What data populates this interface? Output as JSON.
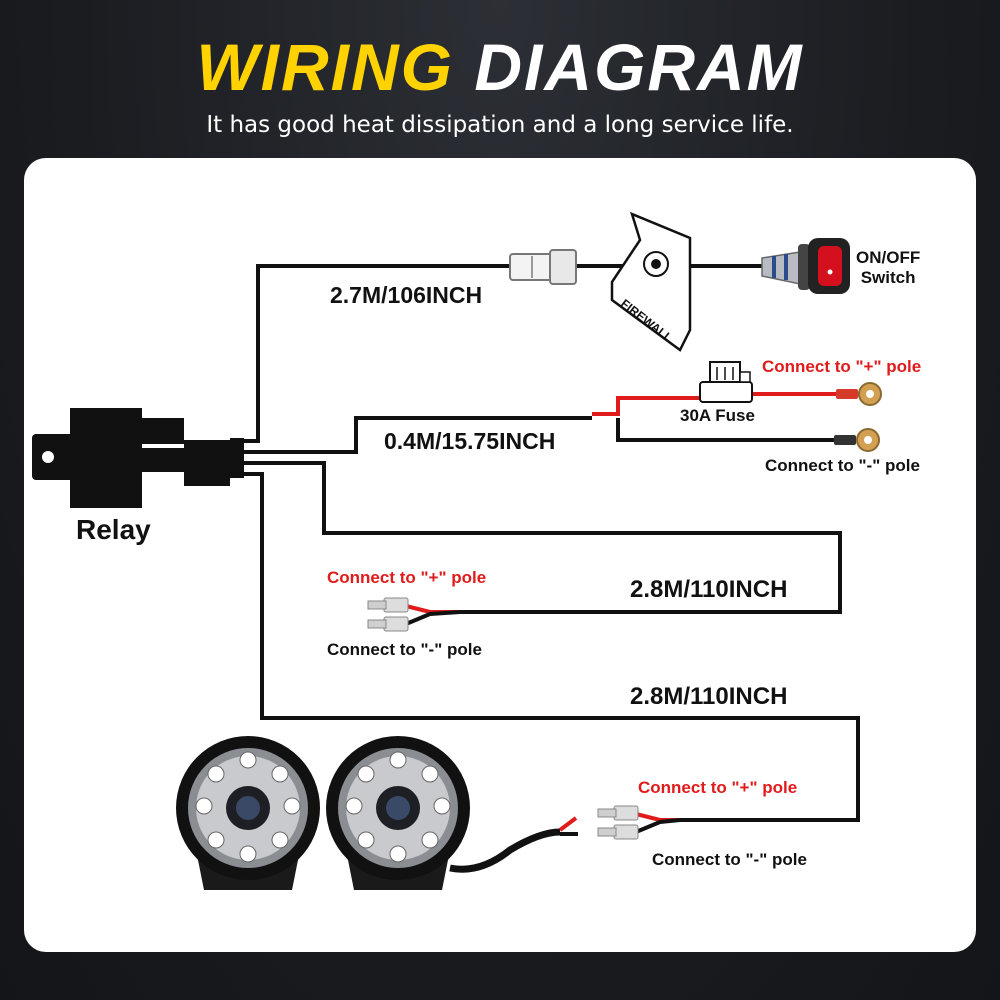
{
  "header": {
    "title_yellow": "WIRING",
    "title_white": "DIAGRAM",
    "subtitle": "It has good heat dissipation and a long service life."
  },
  "labels": {
    "relay": "Relay",
    "switch_line1": "ON/OFF",
    "switch_line2": "Switch",
    "firewall": "FIREWALL",
    "fuse": "30A Fuse",
    "len_switch": "2.7M/106INCH",
    "len_battery": "0.4M/15.75INCH",
    "len_light1": "2.8M/110INCH",
    "len_light2": "2.8M/110INCH",
    "batt_pos": "Connect to \"+\" pole",
    "batt_neg": "Connect to \"-\" pole",
    "l1_pos": "Connect to \"+\" pole",
    "l1_neg": "Connect to \"-\" pole",
    "l2_pos": "Connect to \"+\" pole",
    "l2_neg": "Connect to \"-\" pole"
  },
  "colors": {
    "accent": "#ffd200",
    "positive": "#e01b1b",
    "wire": "#111111"
  }
}
